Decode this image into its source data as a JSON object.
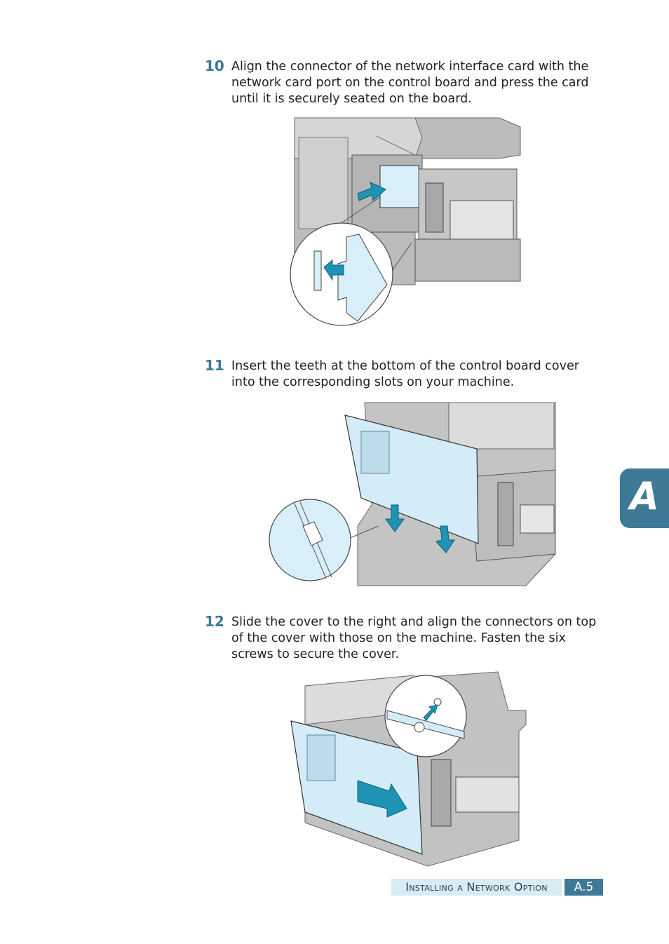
{
  "steps": [
    {
      "number": "10",
      "text": "Align the connector of the network interface card with the\nnetwork card port on the control board and press the card\nuntil it is securely seated on the board."
    },
    {
      "number": "11",
      "text": "Insert the teeth at the bottom of the control board cover\ninto the corresponding slots on your machine."
    },
    {
      "number": "12",
      "text": "Slide the cover to the right and align the connectors on top\nof the cover with those on the machine. Fasten the six\nscrews to secure the cover."
    }
  ],
  "section_tab": "A",
  "footer": {
    "title": "Installing a Network Option",
    "page": "A.5"
  },
  "colors": {
    "accent": "#3e7a96",
    "arrow": "#1e93b3",
    "cover": "#d4ecf7",
    "machine": "#c9c9c9"
  }
}
